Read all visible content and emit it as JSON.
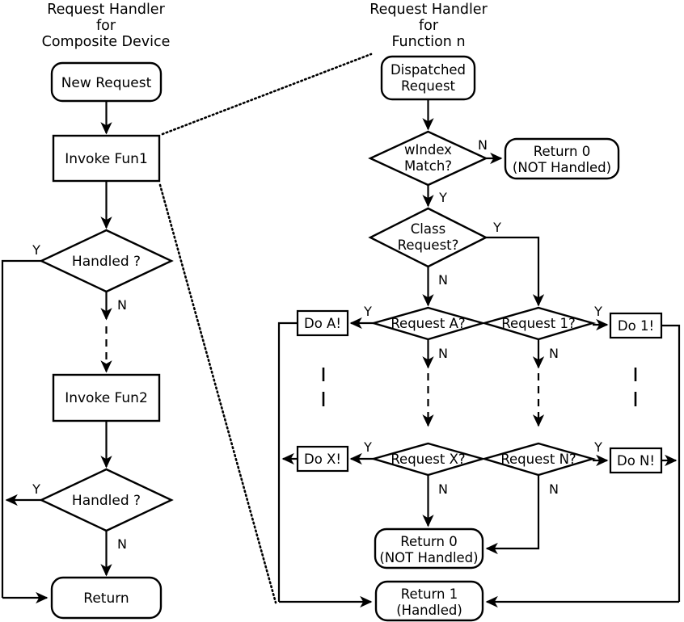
{
  "diagram": {
    "title_left": [
      "Request Handler",
      "for",
      "Composite Device"
    ],
    "title_right": [
      "Request Handler",
      "for",
      "Function n"
    ],
    "left_flow": {
      "start": "New Request",
      "invoke_1": "Invoke Fun1",
      "decision_1": "Handled ?",
      "invoke_2": "Invoke Fun2",
      "decision_2": "Handled ?",
      "end": "Return",
      "label_y1": "Y",
      "label_n1": "N",
      "label_y2": "Y",
      "label_n2": "N"
    },
    "right_flow": {
      "start_line1": "Dispatched",
      "start_line2": "Request",
      "windex_line1": "wIndex",
      "windex_line2": "Match?",
      "windex_n_label": "N",
      "windex_y_label": "Y",
      "return0_top_line1": "Return 0",
      "return0_top_line2": "(NOT Handled)",
      "class_line1": "Class",
      "class_line2": "Request?",
      "class_y_label": "Y",
      "class_n_label": "N",
      "request_a": "Request A?",
      "request_a_y": "Y",
      "request_a_n": "N",
      "do_a": "Do A!",
      "request_1": "Request 1?",
      "request_1_y": "Y",
      "request_1_n": "N",
      "do_1": "Do 1!",
      "request_x": "Request X?",
      "request_x_y": "Y",
      "request_x_n": "N",
      "do_x": "Do X!",
      "request_n": "Request N?",
      "request_n_y": "Y",
      "request_n_n": "N",
      "do_n": "Do N!",
      "return0_line1": "Return 0",
      "return0_line2": "(NOT Handled)",
      "return1_line1": "Return 1",
      "return1_line2": "(Handled)"
    },
    "colors": {
      "stroke": "#000000",
      "fill": "#ffffff",
      "background": "#ffffff"
    }
  }
}
